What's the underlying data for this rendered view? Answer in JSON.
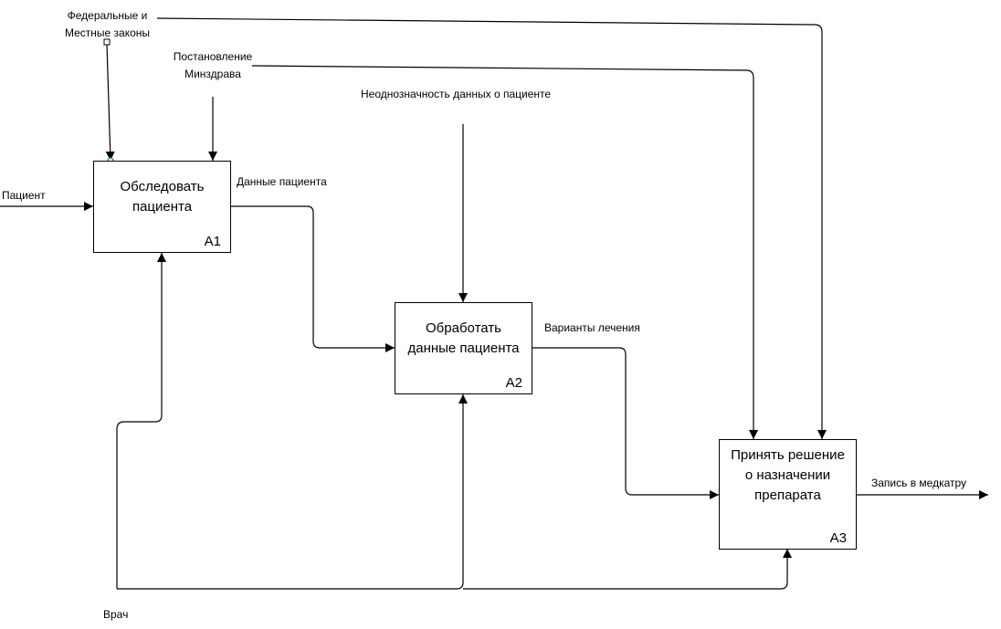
{
  "boxes": [
    {
      "title": "Обследовать\nпациента",
      "id": "A1"
    },
    {
      "title": "Обработать\nданные пациента",
      "id": "A2"
    },
    {
      "title": "Принять решение\nо назначении\nпрепарата",
      "id": "A3"
    }
  ],
  "labels": {
    "laws": "Федеральные и\nМестные законы",
    "ministry": "Постановление\nМинздрава",
    "ambiguity": "Неоднозначность данных о пациенте",
    "patient": "Пациент",
    "patient_data": "Данные пациента",
    "treatment_options": "Варианты лечения",
    "record": "Запись в медкатру",
    "doctor": "Врач"
  },
  "colors": {
    "line": "#000000",
    "junction": "#2e9e3a"
  }
}
